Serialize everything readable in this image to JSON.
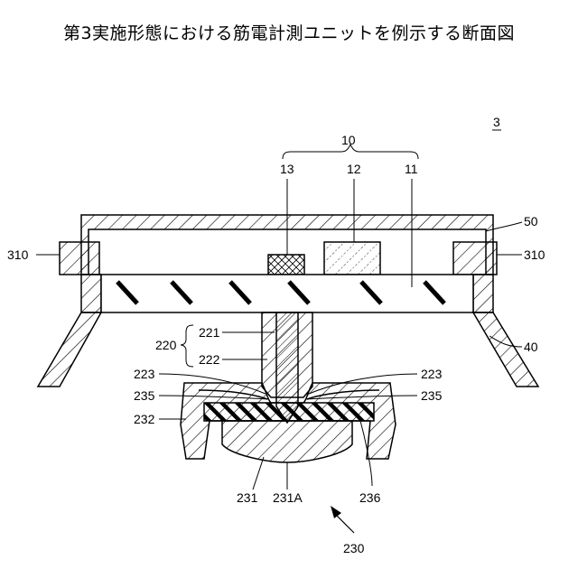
{
  "title": "第3実施形態における筋電計測ユニットを例示する断面図",
  "labels": {
    "fig": "3",
    "l10": "10",
    "l13": "13",
    "l12": "12",
    "l11": "11",
    "l50": "50",
    "l310a": "310",
    "l310b": "310",
    "l40": "40",
    "l221": "221",
    "l220": "220",
    "l222": "222",
    "l223a": "223",
    "l223b": "223",
    "l235a": "235",
    "l235b": "235",
    "l232": "232",
    "l231": "231",
    "l231A": "231A",
    "l236": "236",
    "l230": "230"
  }
}
